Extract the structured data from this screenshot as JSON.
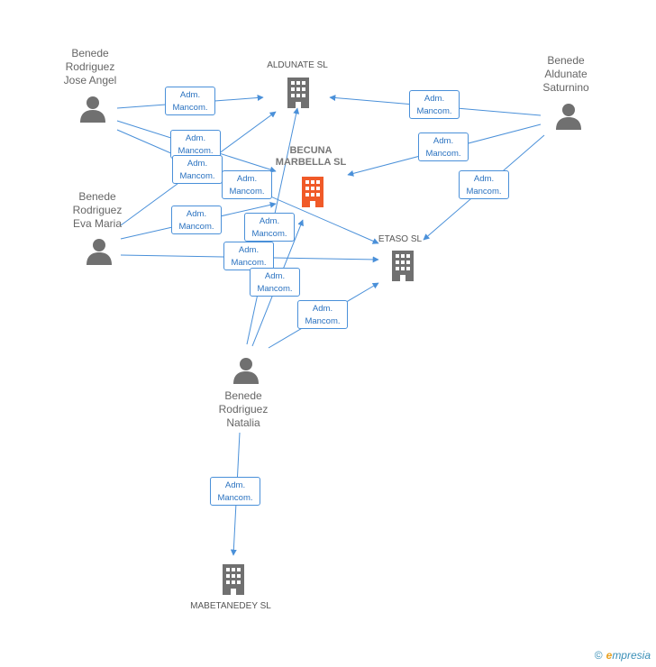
{
  "companies": {
    "aldunate": "ALDUNATE SL",
    "becuna": "BECUNA\nMARBELLA SL",
    "etaso": "ETASO SL",
    "mabetanedey": "MABETANEDEY SL"
  },
  "people": {
    "jose_angel": "Benede\nRodriguez\nJose Angel",
    "eva_maria": "Benede\nRodriguez\nEva Maria",
    "saturnino": "Benede\nAldunate\nSaturnino",
    "natalia": "Benede\nRodriguez\nNatalia"
  },
  "relation_label": "Adm.\nMancom.",
  "colors": {
    "edge": "#4a90d9",
    "icon": "#707070",
    "highlight": "#f05a28"
  },
  "footer": {
    "copyright": "©",
    "brand_initial": "e",
    "brand_rest": "mpresia"
  }
}
